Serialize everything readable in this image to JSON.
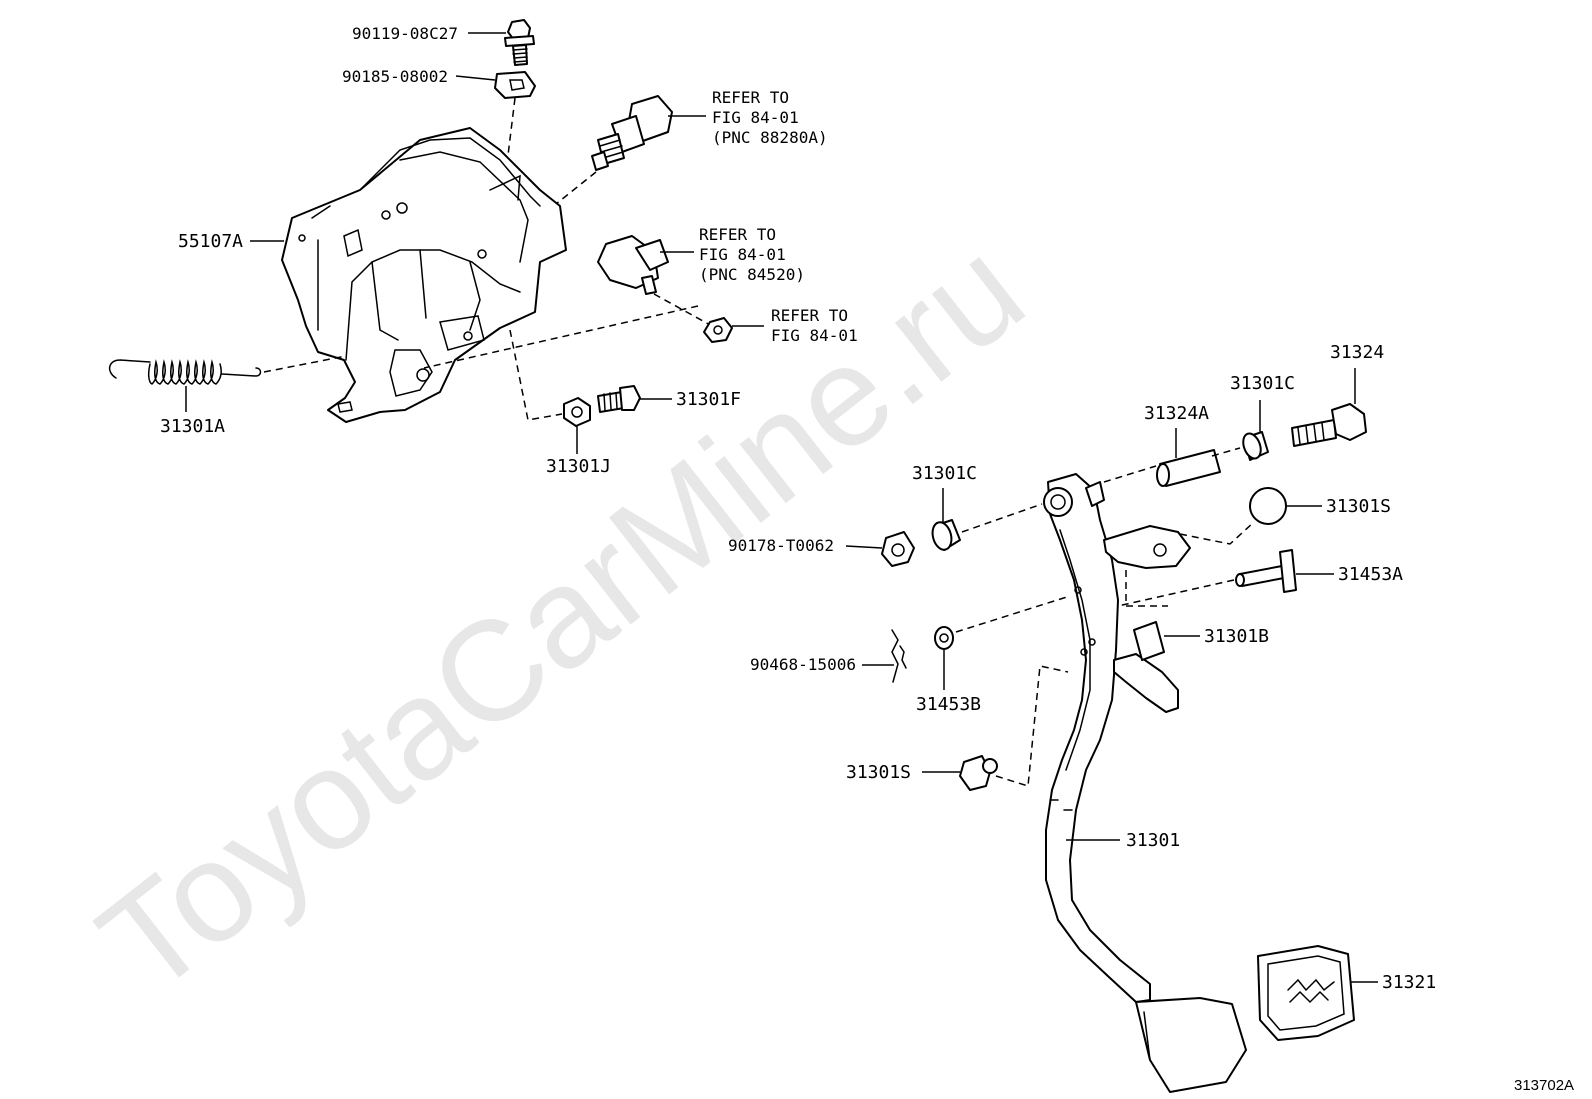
{
  "watermark": "ToyotaCarMine.ru",
  "figure_id": "313702A",
  "labels": {
    "p9011908c27": "90119-08C27",
    "p9018508002": "90185-08002",
    "ref1_line1": "REFER TO",
    "ref1_line2": "FIG 84-01",
    "ref1_line3": "(PNC 88280A)",
    "p55107a": "55107A",
    "ref2_line1": "REFER TO",
    "ref2_line2": "FIG 84-01",
    "ref2_line3": "(PNC 84520)",
    "ref3_line1": "REFER TO",
    "ref3_line2": "FIG 84-01",
    "p31301a": "31301A",
    "p31301f": "31301F",
    "p31301j": "31301J",
    "p31324": "31324",
    "p31301c_top": "31301C",
    "p31324a": "31324A",
    "p31301c_mid": "31301C",
    "p31301s_top": "31301S",
    "p90178t0062": "90178-T0062",
    "p31453a": "31453A",
    "p31301b": "31301B",
    "p9046815006": "90468-15006",
    "p31453b": "31453B",
    "p31301s_bot": "31301S",
    "p31301": "31301",
    "p31321": "31321"
  }
}
